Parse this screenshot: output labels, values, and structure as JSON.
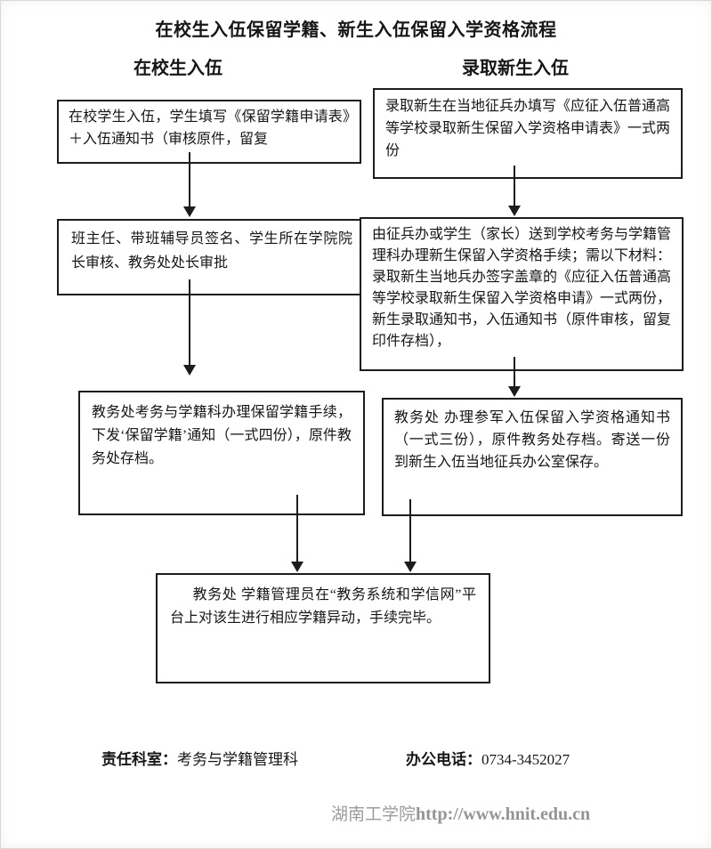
{
  "page": {
    "title": "在校生入伍保留学籍、新生入伍保留入学资格流程"
  },
  "columns": {
    "left": "在校生入伍",
    "right": "录取新生入伍"
  },
  "flow": {
    "left": [
      "在校学生入伍，学生填写《保留学籍申请表》＋入伍通知书（审核原件，留复",
      "班主任、带班辅导员签名、学生所在学院院长审核、教务处处长审批",
      "教务处考务与学籍科办理保留学籍手续，下发‘保留学籍’通知（一式四份），原件教务处存档。"
    ],
    "right": [
      "录取新生在当地征兵办填写《应征入伍普通高等学校录取新生保留入学资格申请表》一式两份",
      "由征兵办或学生（家长）送到学校考务与学籍管理科办理新生保留入学资格手续；需以下材料：录取新生当地兵办签字盖章的《应征入伍普通高等学校录取新生保留入学资格申请》一式两份，新生录取通知书，入伍通知书（原件审核，留复印件存档），",
      "教务处  办理参军入伍保留入学资格通知书 （一式三份），原件教务处存档。寄送一份到新生入伍当地征兵办公室保存。"
    ],
    "final": "教务处 学籍管理员在“教务系统和学信网”平台上对该生进行相应学籍异动，手续完毕。"
  },
  "footer": {
    "dept_label": "责任科室：",
    "dept_value": "考务与学籍管理科",
    "phone_label": "办公电话：",
    "phone_value": "0734-3452027",
    "site_name": "湖南工学院",
    "site_url": "http://www.hnit.edu.cn"
  }
}
